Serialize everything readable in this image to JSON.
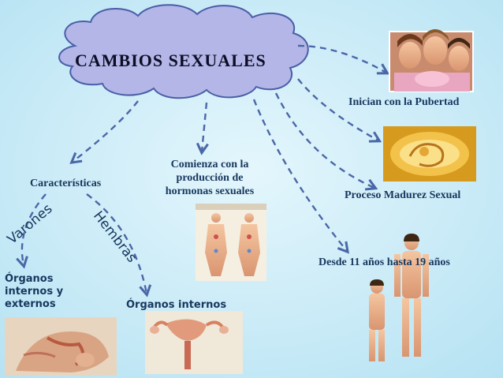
{
  "title": "CAMBIOS  SEXUALES",
  "nodes": {
    "pubertad": "Inician con la Pubertad",
    "hormonas_line1": "Comienza con la",
    "hormonas_line2": "producción de",
    "hormonas_line3": "hormonas sexuales",
    "caracteristicas": "Características",
    "madurez": "Proceso Madurez Sexual",
    "edad": "Desde 11 años hasta 19 años",
    "organos_varones_line1": "Órganos",
    "organos_varones_line2": "internos y",
    "organos_varones_line3": "externos",
    "organos_hembras": "Órganos internos"
  },
  "branch_labels": {
    "varones": "Varones",
    "hembras": "Hembras"
  },
  "colors": {
    "background": "#c9ecf8",
    "cloud_fill": "#b3b6e6",
    "cloud_stroke": "#4a5ea8",
    "arrow": "#4a67a8",
    "text": "#17375e"
  }
}
